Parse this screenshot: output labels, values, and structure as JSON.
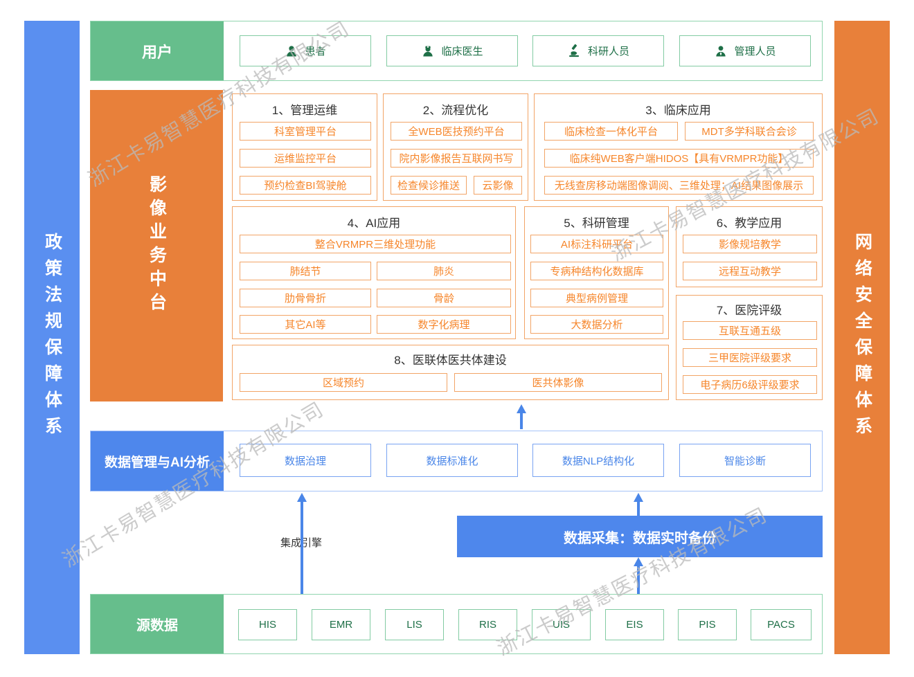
{
  "colors": {
    "green_fill": "#66BE8C",
    "green_border": "#82CBA2",
    "green_text": "#1E6F47",
    "orange_fill": "#E8803A",
    "orange_border": "#F2A466",
    "orange_text": "#F6862B",
    "blue_fill": "#4E87EC",
    "blue_light_bar": "#5A8FF0",
    "blue_border": "#78A3F2",
    "blue_text": "#4A86E8",
    "title_text": "#333333",
    "arrow": "#4A86E8",
    "watermark": "#B9B9B9"
  },
  "left_bar": {
    "label": "政策法规保障体系"
  },
  "right_bar": {
    "label": "网络安全保障体系"
  },
  "users": {
    "label": "用户",
    "items": [
      {
        "label": "患者",
        "icon": "patient-icon"
      },
      {
        "label": "临床医生",
        "icon": "doctor-icon"
      },
      {
        "label": "科研人员",
        "icon": "microscope-icon"
      },
      {
        "label": "管理人员",
        "icon": "manager-icon"
      }
    ]
  },
  "hub": {
    "label": "影像业务中台",
    "g1": {
      "title": "1、管理运维",
      "items": [
        "科室管理平台",
        "运维监控平台",
        "预约检查BI驾驶舱"
      ]
    },
    "g2": {
      "title": "2、流程优化",
      "items": [
        "全WEB医技预约平台",
        "院内影像报告互联网书写",
        "检查候诊推送",
        "云影像"
      ]
    },
    "g3": {
      "title": "3、临床应用",
      "items": [
        "临床检查一体化平台",
        "MDT多学科联合会诊",
        "临床纯WEB客户端HIDOS【具有VRMPR功能】",
        "无线查房移动端图像调阅、三维处理；AI结果图像展示"
      ]
    },
    "g4": {
      "title": "4、AI应用",
      "items": [
        "整合VRMPR三维处理功能",
        "肺结节",
        "肺炎",
        "肋骨骨折",
        "骨龄",
        "其它AI等",
        "数字化病理"
      ]
    },
    "g5": {
      "title": "5、科研管理",
      "items": [
        "AI标注科研平台",
        "专病种结构化数据库",
        "典型病例管理",
        "大数据分析"
      ]
    },
    "g6": {
      "title": "6、教学应用",
      "items": [
        "影像规培教学",
        "远程互动教学"
      ]
    },
    "g7": {
      "title": "7、医院评级",
      "items": [
        "互联互通五级",
        "三甲医院评级要求",
        "电子病历6级评级要求"
      ]
    },
    "g8": {
      "title": "8、医联体医共体建设",
      "items": [
        "区域预约",
        "医共体影像"
      ]
    }
  },
  "data_mgmt": {
    "label": "数据管理与AI分析",
    "items": [
      "数据治理",
      "数据标准化",
      "数据NLP结构化",
      "智能诊断"
    ]
  },
  "integration_engine": {
    "label": "集成引擎"
  },
  "data_collection": {
    "label": "数据采集：数据实时备份"
  },
  "source_data": {
    "label": "源数据",
    "items": [
      "HIS",
      "EMR",
      "LIS",
      "RIS",
      "UIS",
      "EIS",
      "PIS",
      "PACS"
    ]
  },
  "watermark": {
    "text": "浙江卡易智慧医疗科技有限公司"
  }
}
